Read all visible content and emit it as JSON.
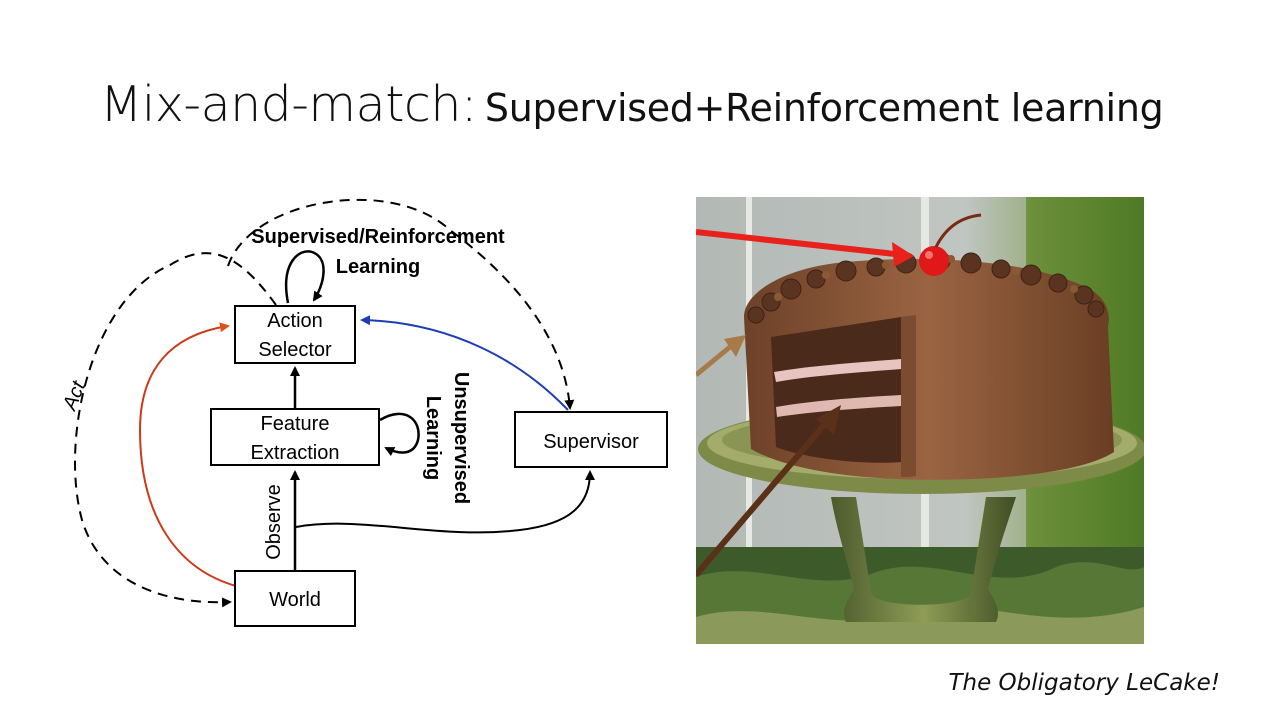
{
  "slide": {
    "title_main": "Mix-and-match:",
    "title_sub": "Supervised+Reinforcement learning",
    "caption": "The Obligatory LeCake!"
  },
  "diagram": {
    "nodes": {
      "action_selector": [
        "Action",
        "Selector"
      ],
      "feature_extraction": [
        "Feature",
        "Extraction"
      ],
      "supervisor": "Supervisor",
      "world": "World"
    },
    "labels": {
      "supervised_reinforcement": [
        "Supervised/Reinforcement",
        "Learning"
      ],
      "unsupervised": [
        "Unsupervised",
        "Learning"
      ],
      "act": "Act",
      "observe": "Observe"
    },
    "colors": {
      "red_arrow": "#cc3a1a",
      "blue_arrow": "#1a3fb5",
      "black": "#000000"
    }
  },
  "photo": {
    "subject": "cake-with-cherry",
    "pointer_colors": [
      "#e8221a",
      "#a87a4a",
      "#5a3018"
    ]
  }
}
